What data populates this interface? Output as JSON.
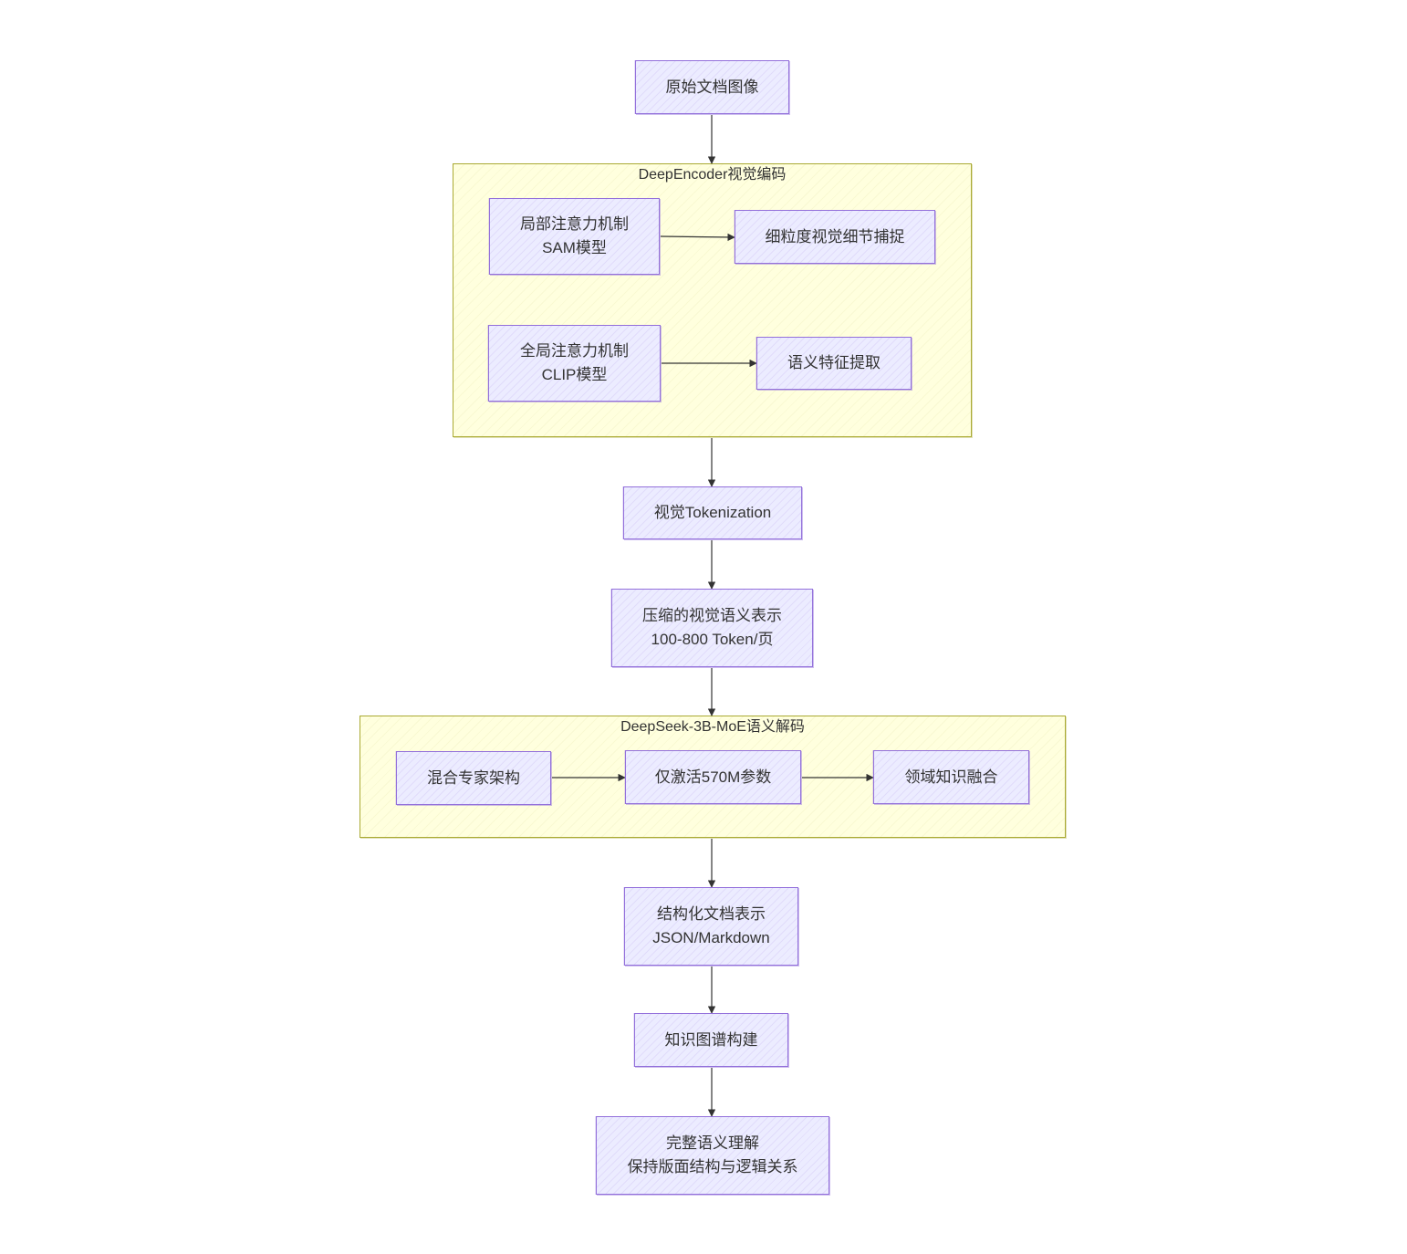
{
  "colors": {
    "node_fill": "#ececff",
    "node_stroke": "#9370db",
    "cluster_fill": "#ffffde",
    "cluster_stroke": "#aaaa33",
    "text": "#333333",
    "edge": "#333333"
  },
  "clusters": {
    "encoder": {
      "title": "DeepEncoder视觉编码"
    },
    "decoder": {
      "title": "DeepSeek-3B-MoE语义解码"
    }
  },
  "nodes": {
    "raw_image": {
      "lines": [
        "原始文档图像"
      ]
    },
    "sam": {
      "lines": [
        "局部注意力机制",
        "SAM模型"
      ]
    },
    "fine_detail": {
      "lines": [
        "细粒度视觉细节捕捉"
      ]
    },
    "clip": {
      "lines": [
        "全局注意力机制",
        "CLIP模型"
      ]
    },
    "semantic_features": {
      "lines": [
        "语义特征提取"
      ]
    },
    "tokenization": {
      "lines": [
        "视觉Tokenization"
      ]
    },
    "compressed": {
      "lines": [
        "压缩的视觉语义表示",
        "100-800 Token/页"
      ]
    },
    "moe": {
      "lines": [
        "混合专家架构"
      ]
    },
    "activate": {
      "lines": [
        "仅激活570M参数"
      ]
    },
    "domain_fusion": {
      "lines": [
        "领域知识融合"
      ]
    },
    "structured": {
      "lines": [
        "结构化文档表示",
        "JSON/Markdown"
      ]
    },
    "knowledge_graph": {
      "lines": [
        "知识图谱构建"
      ]
    },
    "full_understanding": {
      "lines": [
        "完整语义理解",
        "保持版面结构与逻辑关系"
      ]
    }
  }
}
